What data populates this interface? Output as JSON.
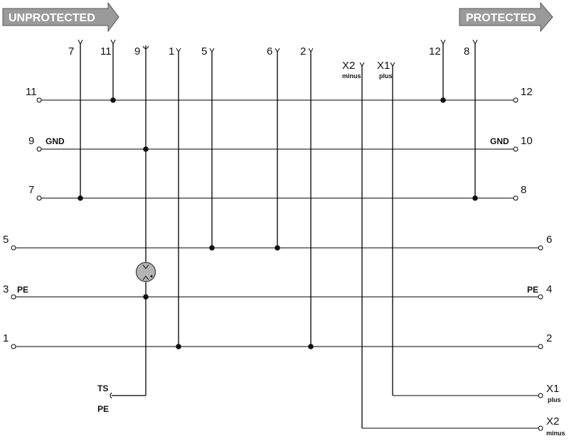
{
  "banners": {
    "left": "UNPROTECTED",
    "right": "PROTECTED",
    "color": "#9a9a9a"
  },
  "top_labels": {
    "t7": "7",
    "t11": "11",
    "t9": "9",
    "t1": "1",
    "t5": "5",
    "t6": "6",
    "t2": "2",
    "tx2": "X2",
    "tx2_sub": "minus",
    "tx1": "X1",
    "tx1_sub": "plus",
    "t12": "12",
    "t8": "8"
  },
  "left_labels": {
    "l11": "11",
    "l9": "9",
    "l9_sub": "GND",
    "l7": "7",
    "l5": "5",
    "l3": "3",
    "l3_sub": "PE",
    "l1": "1"
  },
  "right_labels": {
    "r12": "12",
    "r10": "10",
    "r10_sub": "GND",
    "r8": "8",
    "r6": "6",
    "r4": "4",
    "r4_sub": "PE",
    "r2": "2",
    "rx1": "X1",
    "rx1_sub": "plus",
    "rx2": "X2",
    "rx2_sub": "minus"
  },
  "bottom_labels": {
    "ts": "TS",
    "pe": "PE"
  }
}
